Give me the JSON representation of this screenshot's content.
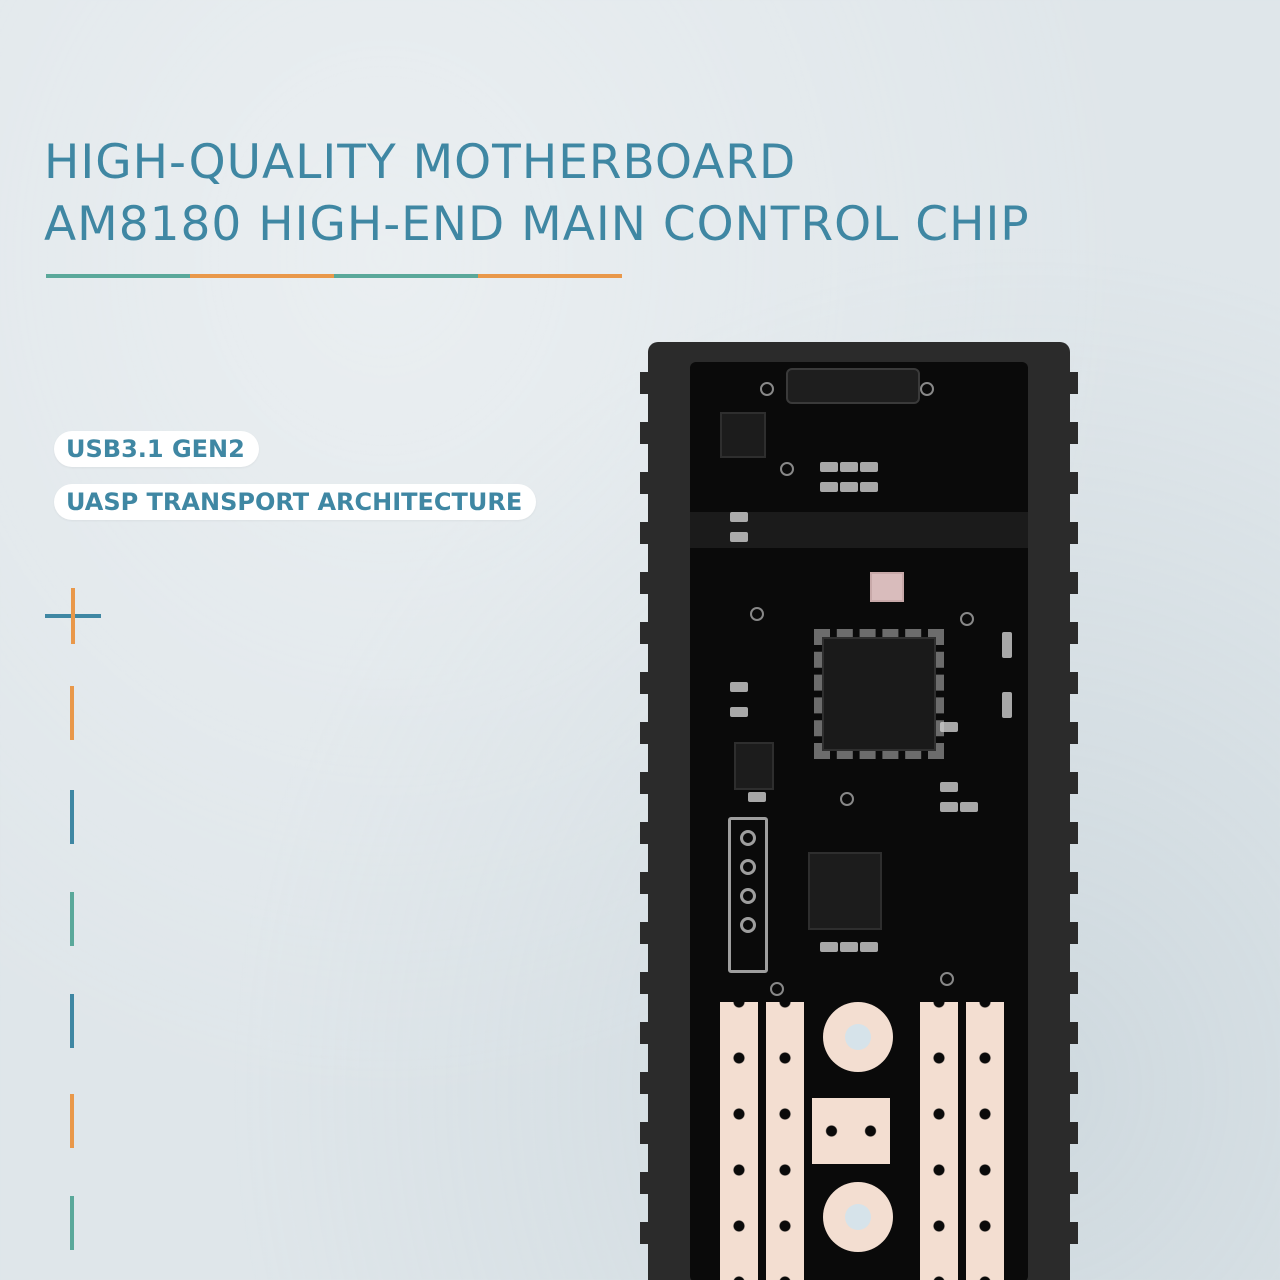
{
  "headline": {
    "line1": "HIGH-QUALITY MOTHERBOARD",
    "line2": "AM8180 HIGH-END MAIN CONTROL CHIP"
  },
  "tags": [
    {
      "label": "USB3.1 GEN2"
    },
    {
      "label": "UASP TRANSPORT ARCHITECTURE"
    }
  ],
  "colors": {
    "accent": "#3f87a3",
    "teal": "#5aa89a",
    "orange": "#e9984a",
    "pcb": "#0a0a0a",
    "enclosure": "#2b2b2b",
    "pad_copper": "#f3ded1"
  },
  "decorations": {
    "dash_colors": [
      "#e9984a",
      "#3f87a3",
      "#5aa89a",
      "#3f87a3",
      "#e9984a",
      "#5aa89a"
    ]
  }
}
